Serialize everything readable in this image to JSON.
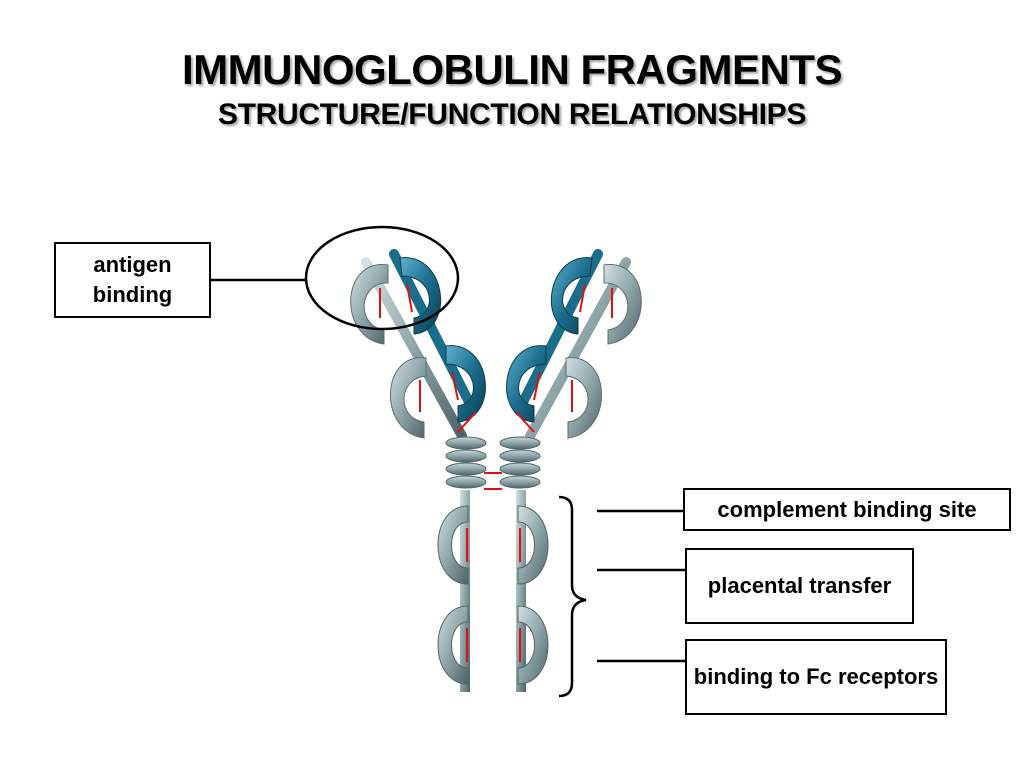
{
  "title": {
    "main": "IMMUNOGLOBULIN FRAGMENTS",
    "sub": "STRUCTURE/FUNCTION RELATIONSHIPS"
  },
  "labels": {
    "antigen_binding": "antigen binding",
    "complement_binding_site": "complement binding site",
    "placental_transfer": "placental transfer",
    "binding_to_fc_receptors": "binding to Fc receptors"
  },
  "colors": {
    "heavy_chain_domain": "#8ea5a8",
    "light_chain_domain": "#1a6e8c",
    "disulfide_bond": "#e01010"
  }
}
